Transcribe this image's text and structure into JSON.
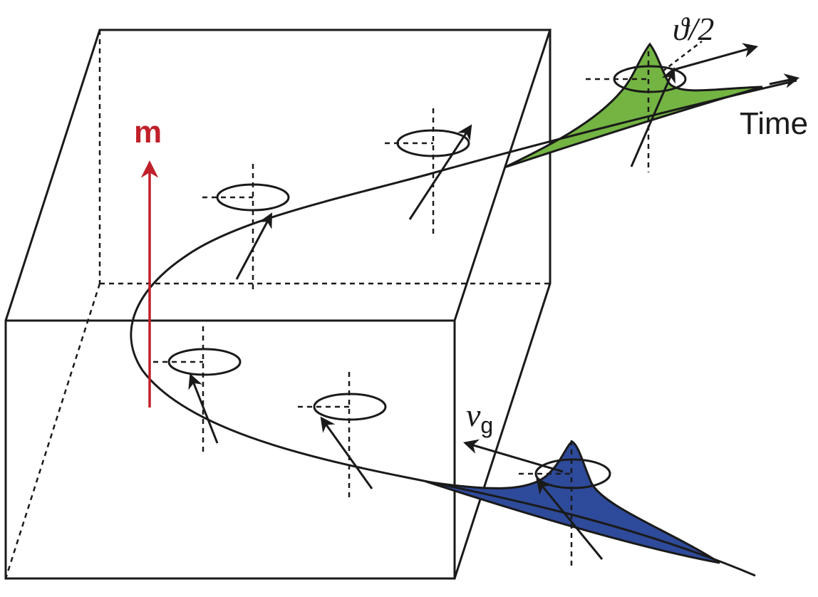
{
  "labels": {
    "magnetization": "m",
    "time_axis": "Time",
    "angle": "ϑ/2",
    "group_velocity_symbol": "v",
    "group_velocity_subscript": "g"
  },
  "colors": {
    "box_lines": "#1a1a1a",
    "magnetization_arrow": "#c0202a",
    "input_pulse_fill": "#2e4a9a",
    "output_pulse_fill": "#74b443",
    "trajectory": "#1a1a1a"
  },
  "precession_markers": [
    {
      "id": "marker-1",
      "location": "bottom-left"
    },
    {
      "id": "marker-2",
      "location": "bottom-center"
    },
    {
      "id": "marker-3",
      "location": "top-left"
    },
    {
      "id": "marker-4",
      "location": "top-center"
    }
  ],
  "icons": {
    "magnetization_arrow": "up-arrow-icon",
    "time_arrow": "right-arrow-icon",
    "velocity_arrow": "left-arrow-icon",
    "angle_arrow": "right-arrow-icon"
  }
}
